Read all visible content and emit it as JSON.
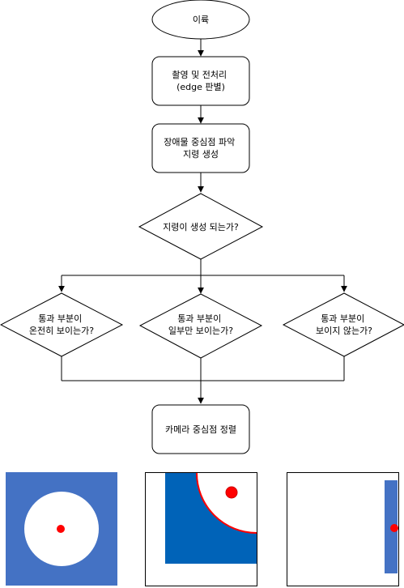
{
  "nodes": {
    "start": "이륙",
    "capture": [
      "촬영 및 전처리",
      "(edge 판별)"
    ],
    "waypoint": [
      "장애물 중심점 파악",
      "지령 생성"
    ],
    "decision": "지령이 생성 되는가?",
    "full": [
      "통과 부분이",
      "온전히 보이는가?"
    ],
    "partial": [
      "통과 부분이",
      "일부만 보이는가?"
    ],
    "none": [
      "통과 부분이",
      "보이지 않는가?"
    ],
    "align": "카메라 중심점 정렬"
  },
  "colors": {
    "stroke": "#000000",
    "obstacle_blue": "#4472C4",
    "obstacle_blue_dark": "#0063B8",
    "marker_red": "#FF0000"
  }
}
